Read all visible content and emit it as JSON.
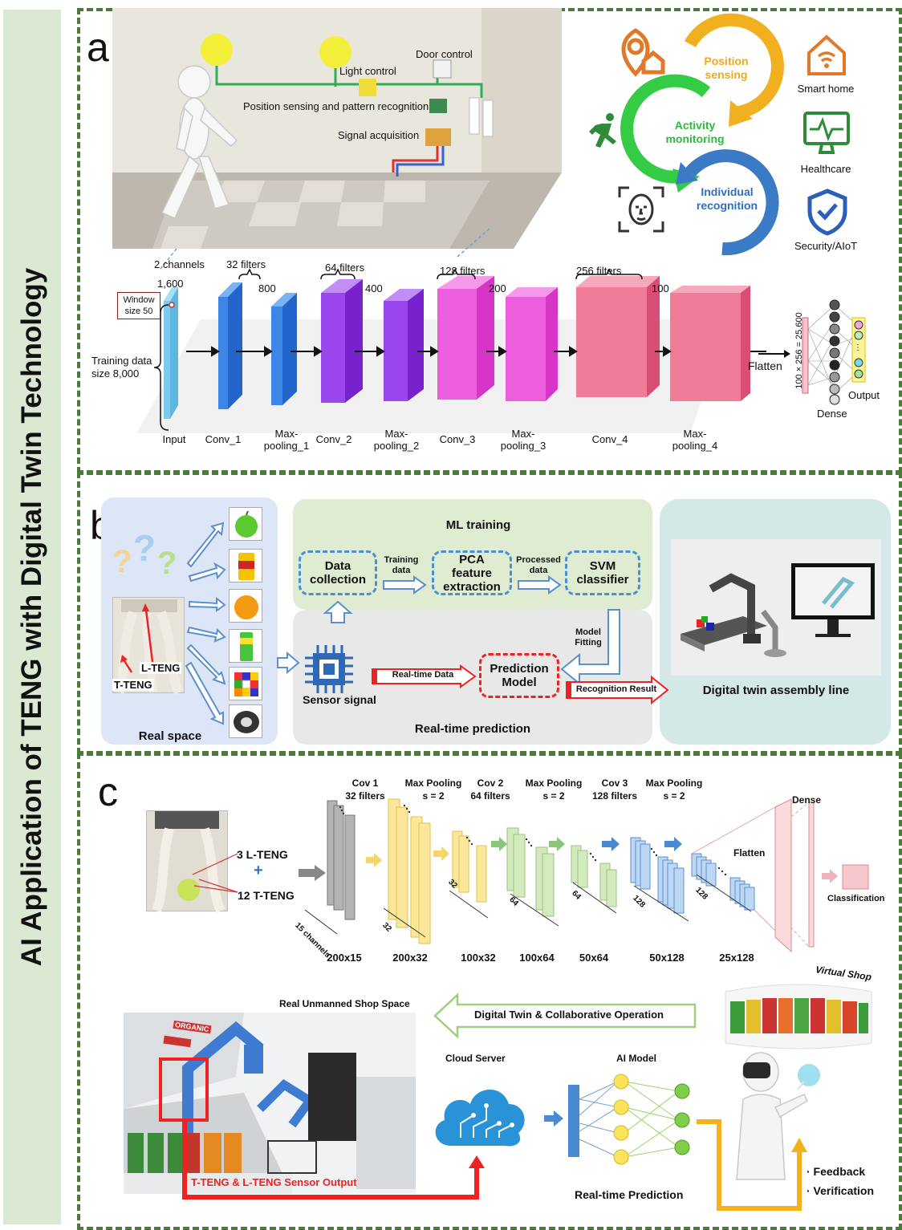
{
  "sidebar": {
    "title": "AI Application of TENG with Digital Twin Technology"
  },
  "panel_a": {
    "label": "a",
    "room_labels": {
      "door_control": "Door control",
      "light_control": "Light control",
      "position_sensing": "Position sensing and pattern recognition",
      "signal_acquisition": "Signal acquisition"
    },
    "cycle": {
      "position_sensing": [
        "Position",
        "sensing"
      ],
      "activity_monitoring": [
        "Activity",
        "monitoring"
      ],
      "individual_recognition": [
        "Individual",
        "recognition"
      ]
    },
    "apps": {
      "smart_home": "Smart home",
      "healthcare": "Healthcare",
      "security": "Security/AIoT"
    },
    "cnn": {
      "channels": "2 channels",
      "len_1600": "1,600",
      "window": [
        "Window",
        "size 50"
      ],
      "training": [
        "Training data",
        "size 8,000"
      ],
      "f32": "32 filters",
      "n800": "800",
      "f64": "64 filters",
      "n400": "400",
      "f128": "128 filters",
      "n200": "200",
      "f256": "256 filters",
      "n100": "100",
      "flatten": "Flatten",
      "dense_dim": "100 × 256 = 25,600",
      "output": "Output",
      "dense": "Dense",
      "layers": [
        "Input",
        "Conv_1",
        "Max-\npooling_1",
        "Conv_2",
        "Max-\npooling_2",
        "Conv_3",
        "Max-\npooling_3",
        "Conv_4",
        "Max-\npooling_4"
      ]
    }
  },
  "panel_b": {
    "label": "b",
    "real_space": "Real space",
    "l_teng": "L-TENG",
    "t_teng": "T-TENG",
    "ml_training": "ML training",
    "data_collection": [
      "Data",
      "collection"
    ],
    "training_data": [
      "Training",
      "data"
    ],
    "pca": [
      "PCA",
      "feature",
      "extraction"
    ],
    "processed_data": [
      "Processed",
      "data"
    ],
    "svm": [
      "SVM",
      "classifier"
    ],
    "model_fitting": [
      "Model",
      "Fitting"
    ],
    "sensor_signal": "Sensor signal",
    "realtime_data": "Real-time Data",
    "prediction_model": [
      "Prediction",
      "Model"
    ],
    "recognition_result": "Recognition Result",
    "realtime_prediction": "Real-time prediction",
    "digital_twin": "Digital twin assembly line"
  },
  "panel_c": {
    "label": "c",
    "l_teng": "3 L-TENG",
    "plus": "+",
    "t_teng": "12 T-TENG",
    "channels": "15 channels",
    "headers": [
      [
        "Cov 1",
        "32 filters"
      ],
      [
        "Max Pooling",
        "s = 2"
      ],
      [
        "Cov 2",
        "64 filters"
      ],
      [
        "Max Pooling",
        "s = 2"
      ],
      [
        "Cov 3",
        "128 filters"
      ],
      [
        "Max Pooling",
        "s = 2"
      ]
    ],
    "dense": "Dense",
    "flatten": "Flatten",
    "classification": "Classification",
    "depths": [
      "32",
      "32",
      "64",
      "64",
      "128",
      "128"
    ],
    "dims": [
      "200x15",
      "200x32",
      "100x32",
      "100x64",
      "50x64",
      "50x128",
      "25x128"
    ],
    "real_shop": "Real Unmanned Shop Space",
    "organic": "ORGANIC",
    "digital_twin_op": "Digital Twin & Collaborative Operation",
    "virtual_shop": "Virtual Shop",
    "cloud_server": "Cloud Server",
    "ai_model": "AI Model",
    "sensor_output": "T-TENG & L-TENG Sensor Output",
    "realtime": "Real-time Prediction",
    "feedback": "· Feedback",
    "verification": "· Verification"
  }
}
